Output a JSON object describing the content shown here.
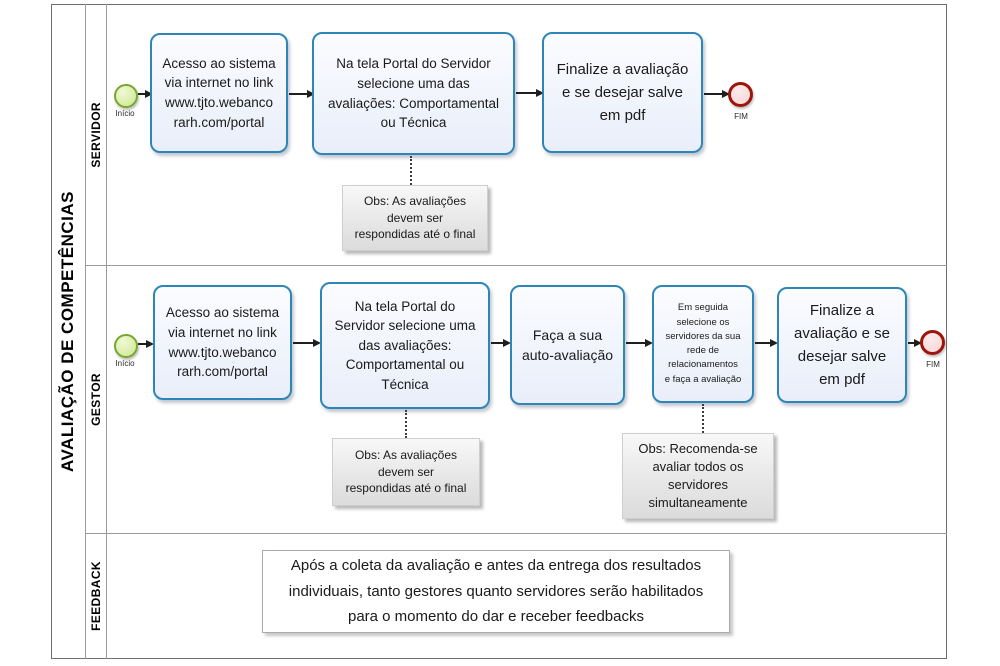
{
  "pool": {
    "title": "AVALIAÇÃO DE COMPETÊNCIAS"
  },
  "servidor": {
    "label": "SERVIDOR",
    "start": "Início",
    "end": "FIM",
    "task1": "Acesso ao sistema\nvia internet no link\nwww.tjto.webanco\nrarh.com/portal",
    "task2": "Na tela Portal do Servidor\nselecione uma das\navaliações: Comportamental\nou Técnica",
    "task3": "Finalize a avaliação\ne se desejar salve\nem pdf",
    "note1": "Obs: As avaliações\ndevem ser\nrespondidas até o final"
  },
  "gestor": {
    "label": "GESTOR",
    "start": "Início",
    "end": "FIM",
    "task1": "Acesso ao sistema\nvia internet no link\nwww.tjto.webanco\nrarh.com/portal",
    "task2": "Na tela Portal do\nServidor selecione uma\ndas avaliações:\nComportamental ou\nTécnica",
    "task3": "Faça a sua\nauto-avaliação",
    "task4": "Em seguida\nselecione os\nservidores da sua\nrede de\nrelacionamentos\ne faça a avaliação",
    "task5": "Finalize a\navaliação e se\ndesejar salve\nem pdf",
    "note1": "Obs: As avaliações\ndevem ser\nrespondidas até o final",
    "note2": "Obs: Recomenda-se\navaliar todos os\nservidores\nsimultaneamente"
  },
  "feedback": {
    "label": "FEEDBACK",
    "text": "Após a coleta da avaliação e antes da entrega dos resultados\nindividuais, tanto gestores quanto servidores serão habilitados\npara o momento do dar e receber feedbacks"
  },
  "colors": {
    "task_border": "#2e86b8",
    "task_fill": "#eef2fb",
    "start_fill": "#d6eda4",
    "start_border": "#79a62f",
    "end_fill": "#f5d6d6",
    "end_border": "#9c140a",
    "note_fill": "#e6e6e6",
    "lane_line": "#9a9a9a"
  }
}
